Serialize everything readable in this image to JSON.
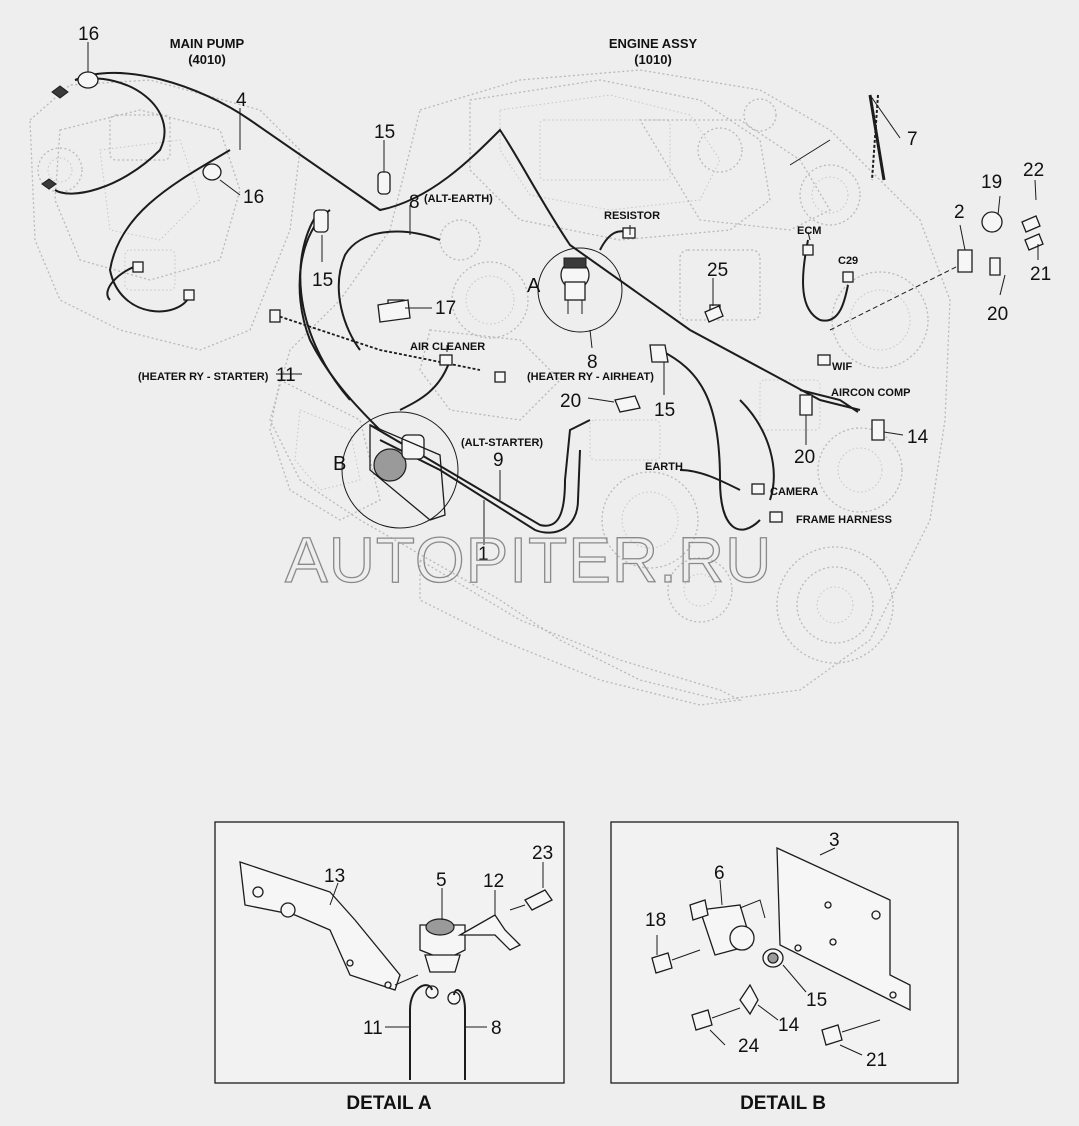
{
  "title_main_pump": "MAIN PUMP",
  "code_main_pump": "(4010)",
  "title_engine": "ENGINE ASSY",
  "code_engine": "(1010)",
  "watermark": "AUTOPITER.RU",
  "detail_a_caption": "DETAIL A",
  "detail_b_caption": "DETAIL B",
  "detail_a_marker": "A",
  "detail_b_marker": "B",
  "callouts": {
    "alt_earth": "(ALT-EARTH)",
    "resistor": "RESISTOR",
    "ecm": "ECM",
    "c29": "C29",
    "air_cleaner": "AIR CLEANER",
    "heater_starter": "(HEATER RY - STARTER)",
    "heater_airheat": "(HEATER RY - AIRHEAT)",
    "wif": "WIF",
    "aircon": "AIRCON COMP",
    "alt_starter": "(ALT-STARTER)",
    "earth": "EARTH",
    "camera": "CAMERA",
    "frame_harness": "FRAME HARNESS"
  },
  "parts_main": {
    "p16a": "16",
    "p4": "4",
    "p15a": "15",
    "p16b": "16",
    "p8a": "8",
    "p15b": "15",
    "p17": "17",
    "p7": "7",
    "p19": "19",
    "p22": "22",
    "p2": "2",
    "p25": "25",
    "p21": "21",
    "p20a": "20",
    "p11": "11",
    "p8b": "8",
    "p20b": "20",
    "p15c": "15",
    "p14": "14",
    "p20c": "20",
    "p9": "9",
    "p1": "1"
  },
  "parts_detail_a": {
    "p13": "13",
    "p5": "5",
    "p12": "12",
    "p23": "23",
    "p11": "11",
    "p8": "8"
  },
  "parts_detail_b": {
    "p3": "3",
    "p6": "6",
    "p18": "18",
    "p15": "15",
    "p14": "14",
    "p24": "24",
    "p21": "21"
  }
}
